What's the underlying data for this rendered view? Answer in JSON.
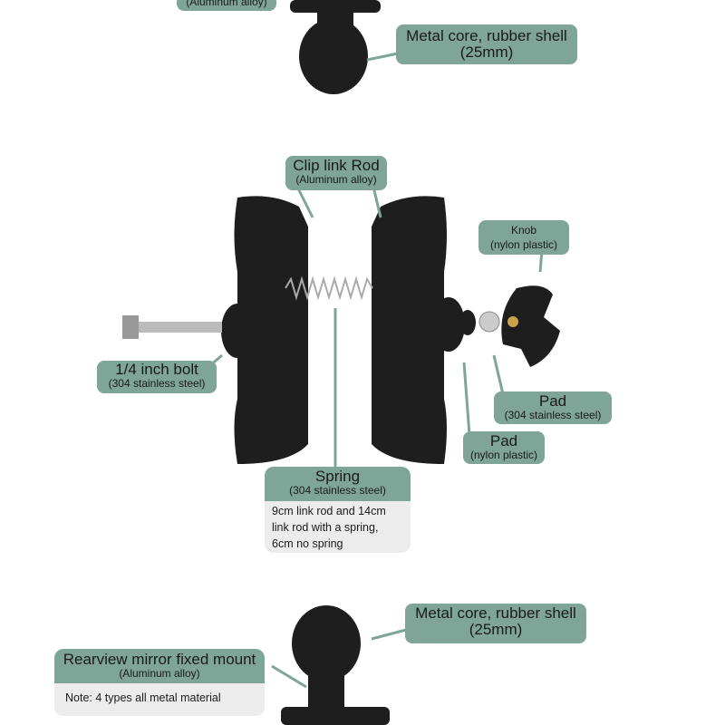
{
  "colors": {
    "label": "#7ea597",
    "note": "#ececec",
    "part": "#1e1e1e"
  },
  "labels": {
    "top_mount_sub": "(Aluminum alloy)",
    "top_ball": {
      "title": "Metal core, rubber shell",
      "sub": "(25mm)"
    },
    "clip_rod": {
      "title": "Clip link Rod",
      "sub": "(Aluminum alloy)"
    },
    "knob": {
      "title": "Knob",
      "sub": "(nylon plastic)"
    },
    "bolt": {
      "title": "1/4 inch bolt",
      "sub": "(304 stainless steel)"
    },
    "pad_steel": {
      "title": "Pad",
      "sub": "(304 stainless steel)"
    },
    "pad_nylon": {
      "title": "Pad",
      "sub": "(nylon plastic)"
    },
    "spring": {
      "title": "Spring",
      "sub": "(304 stainless steel)",
      "note": [
        "9cm link rod and 14cm",
        "link rod with a spring,",
        "6cm no spring"
      ]
    },
    "bottom_ball": {
      "title": "Metal core, rubber shell",
      "sub": "(25mm)"
    },
    "mirror_mount": {
      "title": "Rearview mirror fixed mount",
      "sub": "(Aluminum alloy)",
      "note": "Note: 4 types all metal material"
    }
  }
}
